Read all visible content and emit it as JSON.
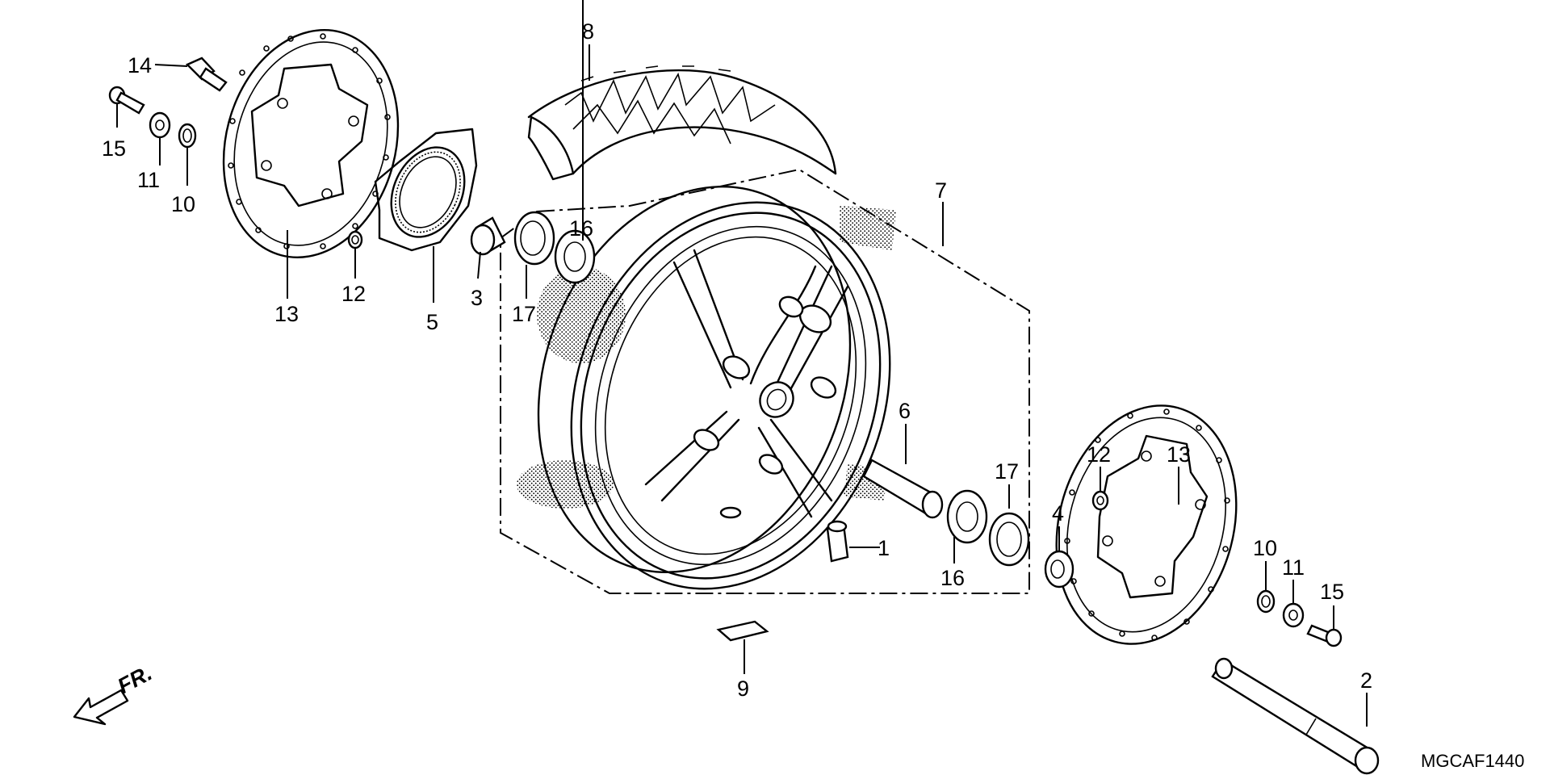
{
  "figure_code": "MGCAF1440",
  "front_marker": "FR.",
  "callouts": [
    {
      "id": "c1",
      "text": "1"
    },
    {
      "id": "c2",
      "text": "2"
    },
    {
      "id": "c3",
      "text": "3"
    },
    {
      "id": "c4",
      "text": "4"
    },
    {
      "id": "c5",
      "text": "5"
    },
    {
      "id": "c6",
      "text": "6"
    },
    {
      "id": "c7",
      "text": "7"
    },
    {
      "id": "c8",
      "text": "8"
    },
    {
      "id": "c9",
      "text": "9"
    },
    {
      "id": "c10a",
      "text": "10"
    },
    {
      "id": "c10b",
      "text": "10"
    },
    {
      "id": "c11a",
      "text": "11"
    },
    {
      "id": "c11b",
      "text": "11"
    },
    {
      "id": "c12a",
      "text": "12"
    },
    {
      "id": "c12b",
      "text": "12"
    },
    {
      "id": "c13a",
      "text": "13"
    },
    {
      "id": "c13b",
      "text": "13"
    },
    {
      "id": "c14",
      "text": "14"
    },
    {
      "id": "c15a",
      "text": "15"
    },
    {
      "id": "c15b",
      "text": "15"
    },
    {
      "id": "c16a",
      "text": "16"
    },
    {
      "id": "c16b",
      "text": "16"
    },
    {
      "id": "c17a",
      "text": "17"
    },
    {
      "id": "c17b",
      "text": "17"
    }
  ]
}
